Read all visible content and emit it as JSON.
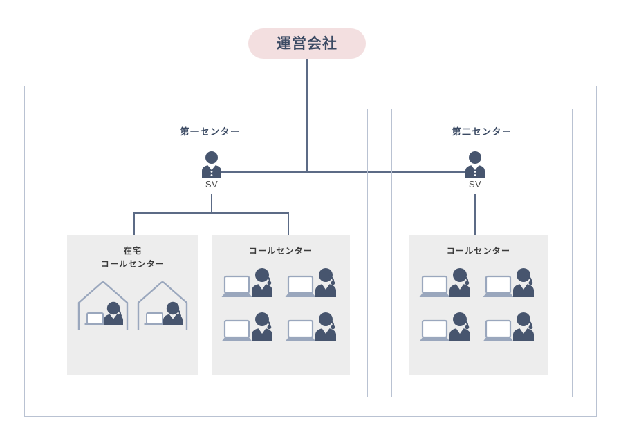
{
  "diagram": {
    "title_pill": {
      "label": "運営会社",
      "bg_color": "#f3dfe0",
      "text_color": "#3b4a63"
    },
    "colors": {
      "frame_border": "#b9c2d2",
      "connector_line": "#5c6b86",
      "group_box_bg": "#ededed",
      "person_fill": "#47556e",
      "laptop_stroke": "#9aa7bd",
      "laptop_base": "#9aa7bd",
      "house_stroke": "#9aa7bd",
      "page_bg": "#ffffff"
    },
    "centers": [
      {
        "name": "第一センター",
        "supervisor": {
          "label": "SV",
          "icon": "person-suit-icon"
        },
        "groups": [
          {
            "title_lines": [
              "在宅",
              "コールセンター"
            ],
            "unit_type": "house-worker",
            "unit_count": 2,
            "unit_icon": "house-with-operator-icon"
          },
          {
            "title_lines": [
              "コールセンター"
            ],
            "unit_type": "operator",
            "unit_count": 4,
            "unit_icon": "laptop-operator-icon"
          }
        ]
      },
      {
        "name": "第二センター",
        "supervisor": {
          "label": "SV",
          "icon": "person-suit-icon"
        },
        "groups": [
          {
            "title_lines": [
              "コールセンター"
            ],
            "unit_type": "operator",
            "unit_count": 4,
            "unit_icon": "laptop-operator-icon"
          }
        ]
      }
    ]
  }
}
